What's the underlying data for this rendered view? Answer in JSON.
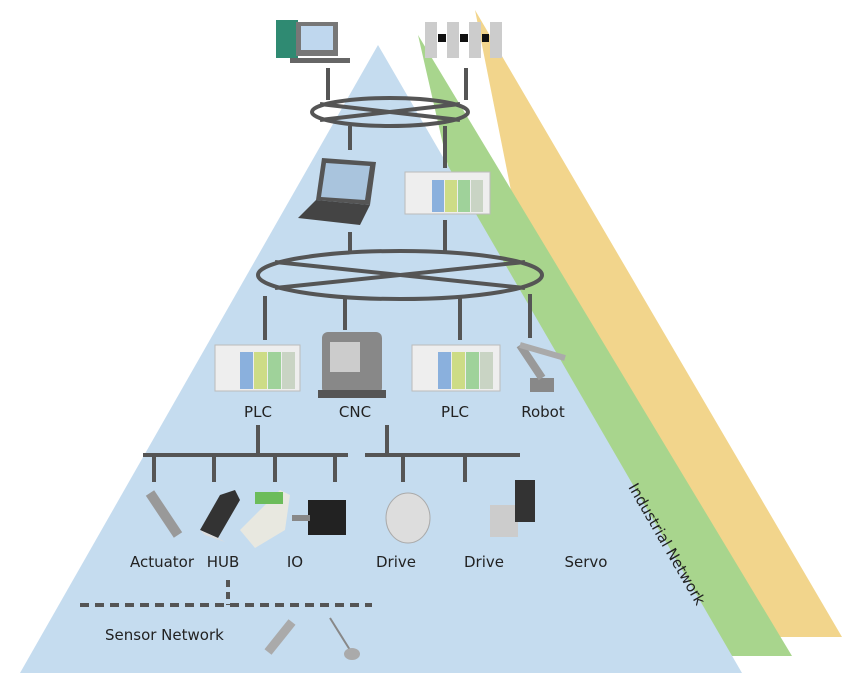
{
  "colors": {
    "field_level": "#c5dcef",
    "middle_layer": "#a8d58d",
    "top_layer": "#f2d58c",
    "wire": "#555555"
  },
  "top": {
    "icons": [
      "workstation-icon",
      "server-rack-icon",
      "laptop-icon",
      "plc-icon"
    ]
  },
  "control": {
    "labels": [
      "PLC",
      "CNC",
      "PLC",
      "Robot"
    ]
  },
  "field": {
    "labels": [
      "Actuator",
      "HUB",
      "IO",
      "Drive",
      "Drive",
      "Servo"
    ]
  },
  "sensor": {
    "label": "Sensor Network"
  },
  "pyramid": {
    "label": "Industrial Network"
  }
}
